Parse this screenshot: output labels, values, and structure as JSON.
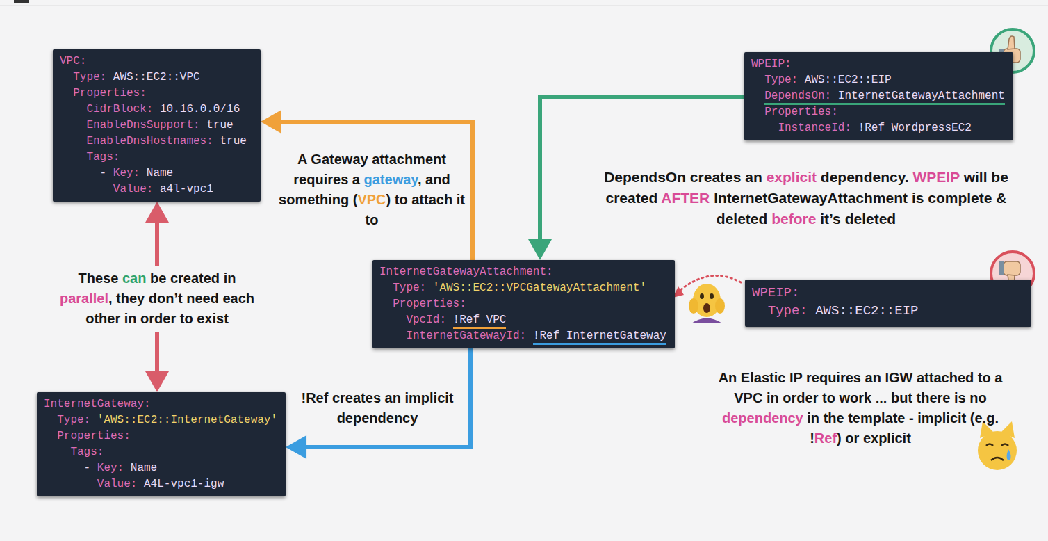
{
  "diagram": {
    "nodes": [
      {
        "text": [
          "VPC:",
          "Type: AWS::EC2::VPC",
          "Properties:",
          "CidrBlock: 10.16.0.0/16",
          "EnableDnsSupport: true",
          "EnableDnsHostnames: true",
          "Tags:",
          "- Key: Name",
          "Value: a4l-vpc1"
        ]
      },
      {
        "text": [
          "WPEIP:",
          "Type: AWS::EC2::EIP",
          "DependsOn: InternetGatewayAttachment",
          "Properties:",
          "InstanceId: !Ref WordpressEC2"
        ]
      },
      {
        "text": [
          "InternetGatewayAttachment:",
          "Type: 'AWS::EC2::VPCGatewayAttachment'",
          "Properties:",
          "VpcId: !Ref VPC",
          "InternetGatewayId: !Ref InternetGateway"
        ]
      },
      {
        "text": [
          "WPEIP:",
          "Type: AWS::EC2::EIP"
        ]
      },
      {
        "text": [
          "InternetGateway:",
          "Type: 'AWS::EC2::InternetGateway'",
          "Properties:",
          "Tags:",
          "- Key: Name",
          "Value: A4L-vpc1-igw"
        ]
      }
    ],
    "edges": [
      {
        "from": 2,
        "to": 0,
        "arrow": "to",
        "label": "A Gateway attachment requires a gateway, and something (VPC) to attach it to"
      },
      {
        "from": 1,
        "to": 2,
        "arrow": "to",
        "label": "DependsOn creates an explicit dependency. WPEIP will be created AFTER InternetGatewayAttachment is complete & deleted before it’s deleted"
      },
      {
        "from": 2,
        "to": 4,
        "arrow": "to",
        "label": "!Ref creates an implicit dependency"
      },
      {
        "from": 0,
        "to": 4,
        "arrow": "both",
        "label": "These can be created in parallel, they don’t need each other in order to exist"
      }
    ],
    "labels": [
      "An Elastic IP requires an IGW attached to a VPC in order to work ... but there is no dependency in the template - implicit (e.g. !Ref) or explicit"
    ]
  }
}
